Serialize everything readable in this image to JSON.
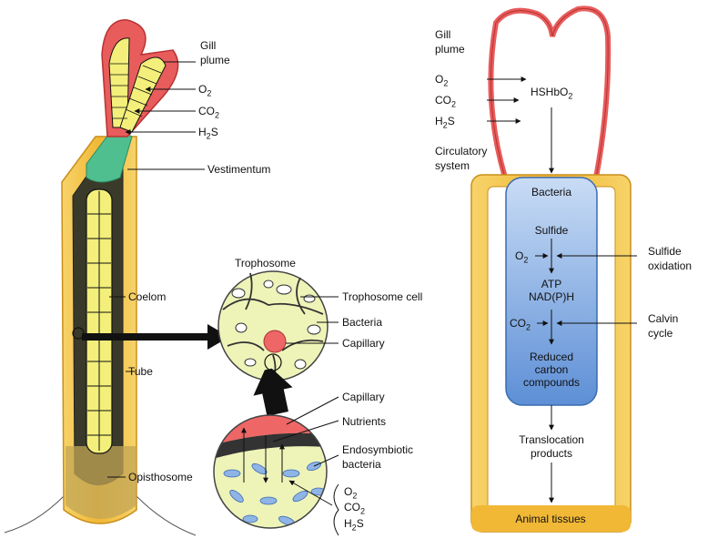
{
  "left_labels": {
    "gill_plume": "Gill\nplume",
    "o2": "O2",
    "co2": "CO2",
    "h2s": "H2S",
    "vestimentum": "Vestimentum",
    "coelom": "Coelom",
    "tube": "Tube",
    "opisthosome": "Opisthosome"
  },
  "trophosome": {
    "title": "Trophosome",
    "cell": "Trophosome cell",
    "bacteria": "Bacteria",
    "capillary": "Capillary"
  },
  "detail": {
    "capillary": "Capillary",
    "nutrients": "Nutrients",
    "endosymbiotic": "Endosymbiotic\nbacteria",
    "o2": "O2",
    "co2": "CO2",
    "h2s": "H2S"
  },
  "right": {
    "gill_plume": "Gill\nplume",
    "o2": "O2",
    "co2": "CO2",
    "h2s": "H2S",
    "hshbo2": "HSHbO2",
    "circulatory": "Circulatory\nsystem",
    "bacteria": "Bacteria",
    "sulfide": "Sulfide",
    "o2_in": "O2",
    "atp": "ATP",
    "nadph": "NAD(P)H",
    "co2_in": "CO2",
    "reduced": "Reduced\ncarbon\ncompounds",
    "sulfide_oxidation": "Sulfide\noxidation",
    "calvin": "Calvin\ncycle",
    "translocation": "Translocation\nproducts",
    "animal_tissues": "Animal tissues"
  },
  "colors": {
    "tube_yellow": "#f5c242",
    "plume_red": "#e85c5c",
    "vestimentum_green": "#4fbf8f",
    "bacteria_blue": "#8fb4e6",
    "trophosome_fill": "#eef4b8"
  }
}
